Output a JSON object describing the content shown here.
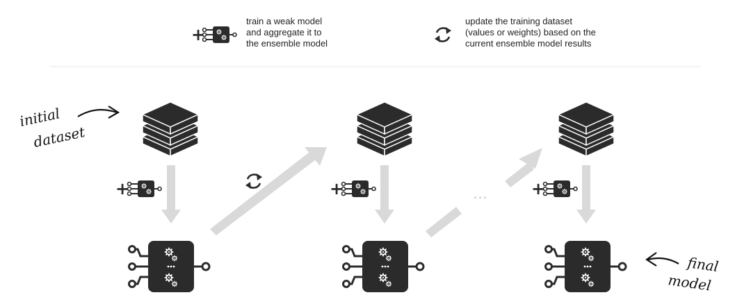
{
  "legend": {
    "train": {
      "icon": "plus-gear-icon",
      "lines": [
        "train a weak model",
        "and aggregate it to",
        "the ensemble model"
      ]
    },
    "update": {
      "icon": "refresh-icon",
      "lines": [
        "update the training dataset",
        "(values or weights) based on the",
        "current ensemble model results"
      ]
    }
  },
  "annotations": {
    "initial_line1": "initial",
    "initial_line2": "dataset",
    "final_line1": "final",
    "final_line2": "model"
  },
  "between_dots": "...",
  "colors": {
    "dark": "#2b2b2b",
    "arrow_gray": "#d9d9d9",
    "separator": "#e5e5e5"
  }
}
